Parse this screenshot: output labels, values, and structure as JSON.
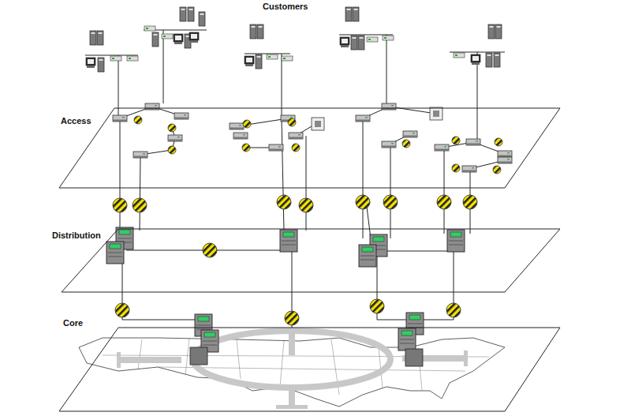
{
  "diagram": {
    "nodes": [
      {
        "text": [
          "Access"
        ]
      },
      {
        "text": [
          "Distribution"
        ]
      },
      {
        "text": [
          "Core"
        ]
      }
    ],
    "labels": [
      "Customers"
    ]
  }
}
